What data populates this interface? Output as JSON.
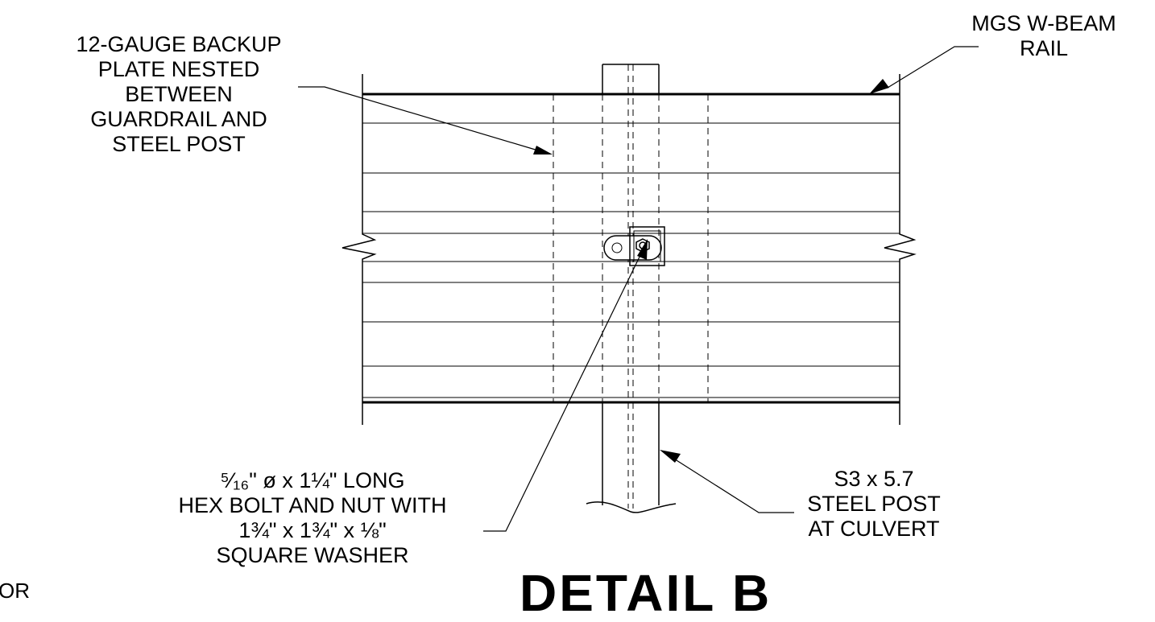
{
  "labels": {
    "backup_plate": {
      "line1": "12-GAUGE BACKUP",
      "line2": "PLATE NESTED",
      "line3": "BETWEEN",
      "line4": "GUARDRAIL AND",
      "line5": "STEEL POST"
    },
    "rail": {
      "line1": "MGS W-BEAM",
      "line2": "RAIL"
    },
    "bolt": {
      "line1": "⁵⁄₁₆\" ø x 1¼\" LONG",
      "line2": "HEX BOLT AND  NUT WITH",
      "line3": "1¾\" x 1¾\" x ⅛\"",
      "line4": "SQUARE WASHER"
    },
    "post": {
      "line1": "S3 x 5.7",
      "line2": "STEEL POST",
      "line3": "AT CULVERT"
    }
  },
  "title": "DETAIL B",
  "left_edge_text": "OR"
}
